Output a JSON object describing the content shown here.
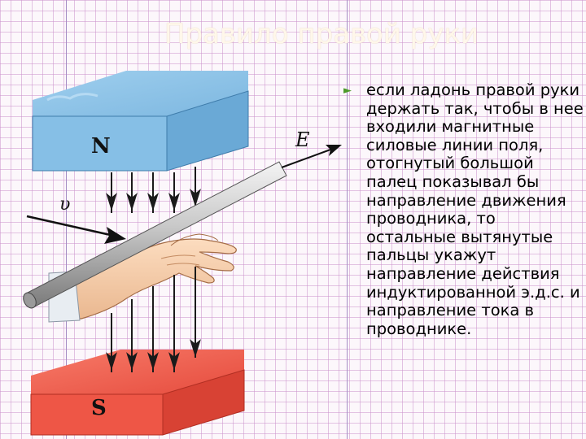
{
  "slide": {
    "title": "Правило правой руки",
    "text": "если ладонь правой руки держать так, чтобы в нее входили магнитные силовые линии поля, отогнутый большой палец показывал бы направление движения проводника, то остальные вытянутые пальцы укажут направление действия индуктированной э.д.с. и направление тока в проводнике."
  },
  "diagram": {
    "north_label": "N",
    "south_label": "S",
    "velocity_label": "υ",
    "emf_label": "E"
  },
  "colors": {
    "north_pole": "#8fc5e8",
    "south_pole": "#ef5a4a",
    "bullet": "#4d9a2b",
    "field_lines": "#1a1a1a"
  },
  "icons": {
    "bullet": "right-triangle-bullet",
    "hand": "right-hand-icon"
  }
}
